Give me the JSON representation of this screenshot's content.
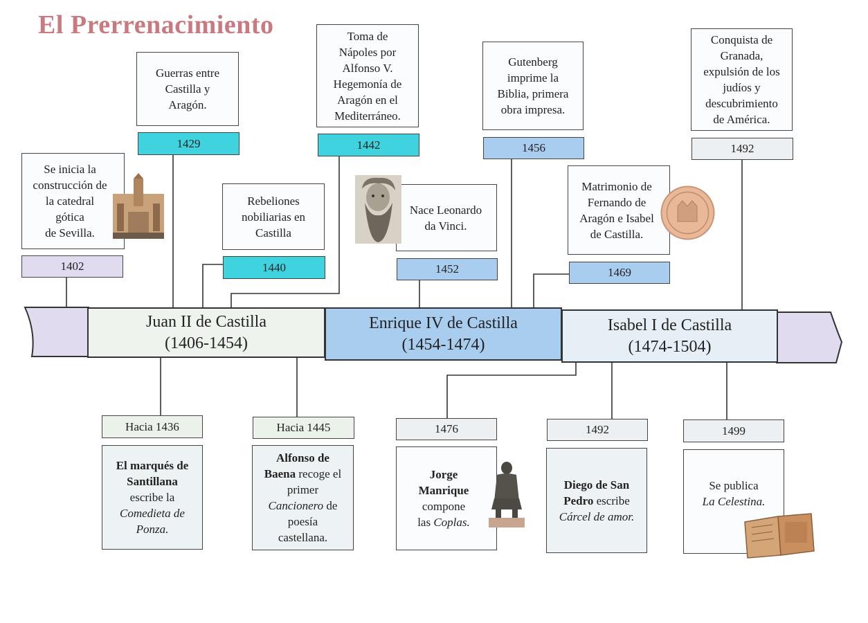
{
  "title": "El Prerrenacimiento",
  "colors": {
    "title": "#c97a80",
    "cyan": "#3fd3df",
    "blue": "#a9cdef",
    "lilac": "#e0dbef",
    "grey": "#edf0f2"
  },
  "reigns": [
    {
      "name": "Juan II de Castilla",
      "years": "(1406-1454)"
    },
    {
      "name": "Enrique IV de Castilla",
      "years": "(1454-1474)"
    },
    {
      "name": "Isabel I de Castilla",
      "years": "(1474-1504)"
    }
  ],
  "top_events": {
    "e1402": {
      "date": "1402",
      "lines": [
        "Se inicia la",
        "construcción de",
        "la catedral",
        "gótica",
        "de Sevilla."
      ]
    },
    "e1429": {
      "date": "1429",
      "lines": [
        "Guerras entre",
        "Castilla y",
        "Aragón."
      ]
    },
    "e1440": {
      "date": "1440",
      "lines": [
        "Rebeliones",
        "nobiliarias en",
        "Castilla"
      ]
    },
    "e1442": {
      "date": "1442",
      "lines": [
        "Toma de",
        "Nápoles por",
        "Alfonso V.",
        "Hegemonía de",
        "Aragón en el",
        "Mediterráneo."
      ]
    },
    "e1452": {
      "date": "1452",
      "lines": [
        "Nace Leonardo",
        "da Vinci."
      ]
    },
    "e1456": {
      "date": "1456",
      "lines": [
        "Gutenberg",
        "imprime la",
        "Biblia, primera",
        "obra impresa."
      ]
    },
    "e1469": {
      "date": "1469",
      "lines": [
        "Matrimonio de",
        "Fernando de",
        "Aragón e Isabel",
        "de Castilla."
      ]
    },
    "e1492": {
      "date": "1492",
      "lines": [
        "Conquista de",
        "Granada,",
        "expulsión de los",
        "judíos y",
        "descubrimiento",
        "de América."
      ]
    }
  },
  "bottom_events": {
    "b1436": {
      "date": "Hacia 1436",
      "bold": [
        "El marqués de",
        "Santillana"
      ],
      "text": "escribe la",
      "italic": [
        "Comedieta de",
        "Ponza."
      ]
    },
    "b1445": {
      "date": "Hacia 1445",
      "bold1": "Alfonso de",
      "bold2": "Baena",
      "text1": "recoge el",
      "text2": "primer",
      "italic": "Cancionero",
      "text3": "de",
      "text4": "poesía",
      "text5": "castellana."
    },
    "b1476": {
      "date": "1476",
      "bold": [
        "Jorge",
        "Manrique"
      ],
      "text": "compone",
      "text2": "las",
      "italic": "Coplas."
    },
    "b1492": {
      "date": "1492",
      "bold": [
        "Diego de San",
        "Pedro"
      ],
      "text": "escribe",
      "italic": "Cárcel de amor."
    },
    "b1499": {
      "date": "1499",
      "text": "Se publica",
      "italic": "La Celestina."
    }
  }
}
